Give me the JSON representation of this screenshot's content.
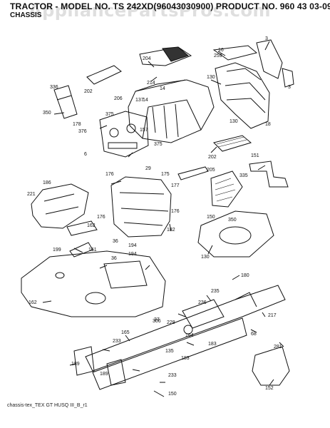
{
  "header": {
    "title": "TRACTOR - MODEL NO. TS 242XD(96043030900) PRODUCT NO. 960 43 03-09",
    "subtitle": "CHASSIS"
  },
  "watermark": "AppliancePartsPros.com",
  "footer": "chassis-tex_TEX GT HUSQ III_B_r1",
  "callouts": [
    "204",
    "16",
    "3",
    "259",
    "202",
    "214",
    "14",
    "130",
    "336",
    "206",
    "137",
    "350",
    "375",
    "157",
    "178",
    "376",
    "130",
    "175",
    "18",
    "6",
    "375",
    "29",
    "202",
    "151",
    "176",
    "205",
    "335",
    "186",
    "177",
    "221",
    "176",
    "182",
    "150",
    "162",
    "350",
    "36",
    "194",
    "199",
    "161",
    "36",
    "194",
    "130",
    "37",
    "180",
    "162",
    "235",
    "236",
    "228",
    "164",
    "217",
    "306",
    "165",
    "68",
    "233",
    "135",
    "183",
    "189",
    "183",
    "281",
    "233",
    "152",
    "150",
    "189",
    "14",
    "3",
    "176"
  ],
  "colors": {
    "line": "#111111",
    "watermark": "#969696",
    "background": "#ffffff"
  }
}
